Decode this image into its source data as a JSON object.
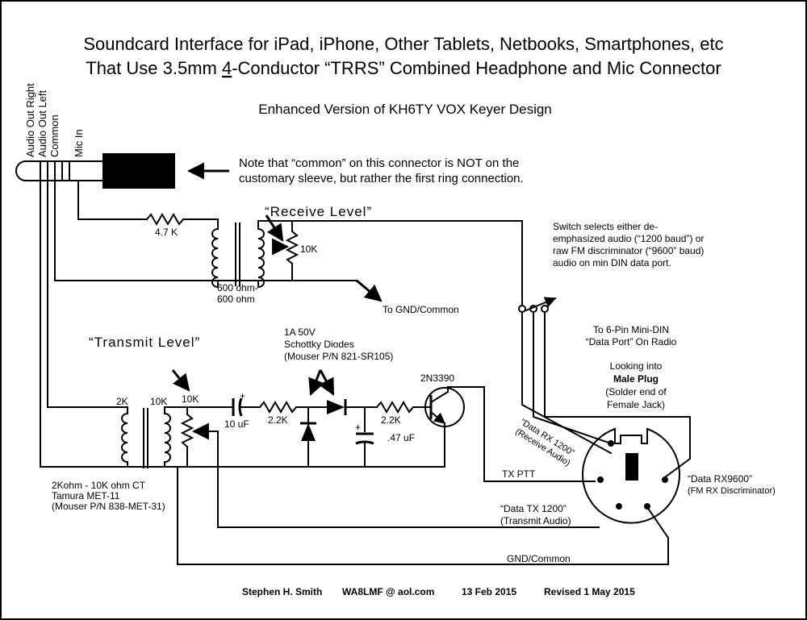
{
  "title": {
    "line1": "Soundcard Interface for iPad, iPhone, Other Tablets, Netbooks, Smartphones, etc",
    "line2_pre": "That Use 3.5mm ",
    "line2_num": "4",
    "line2_post": "-Conductor “TRRS” Combined Headphone and Mic Connector"
  },
  "subtitle": "Enhanced Version of KH6TY VOX Keyer Design",
  "connector": {
    "labels": [
      "Audio Out Right",
      "Audio Out Left",
      "Common",
      "Mic In"
    ],
    "note_line1": "Note that “common” on this connector is NOT on the",
    "note_line2": "customary sleeve, but rather the first ring connection."
  },
  "receive": {
    "title": "“Receive Level”",
    "resistor": "4.7 K",
    "pot": "10K",
    "transformer_line1": "600 ohm-",
    "transformer_line2": "600 ohm",
    "gnd": "To GND/Common"
  },
  "switch_note": [
    "Switch selects either de-",
    "emphasized audio (“1200 baud”) or",
    "raw FM discriminator (“9600” baud)",
    "audio on min DIN data port."
  ],
  "din": {
    "header_line1": "To 6-Pin Mini-DIN",
    "header_line2": "“Data Port” On Radio",
    "looking_line1": "Looking into",
    "looking_line2": "Male Plug",
    "looking_line3": "(Solder end of",
    "looking_line4": "Female Jack)",
    "rx1200_line1": "“Data RX 1200”",
    "rx1200_line2": "(Receive Audio)",
    "rx9600_line1": "“Data RX9600”",
    "rx9600_line2": "(FM RX Discriminator)",
    "txptt": "TX PTT",
    "tx1200_line1": "“Data TX 1200”",
    "tx1200_line2": "(Transmit Audio)",
    "gnd": "GND/Common"
  },
  "transmit": {
    "title": "“Transmit Level”",
    "t_primary": "2K",
    "t_secondary": "10K",
    "pot": "10K",
    "cap1": "10 uF",
    "plus": "+",
    "r1": "2.2K",
    "diodes_line1": "1A 50V",
    "diodes_line2": "Schottky Diodes",
    "diodes_line3": "(Mouser P/N 821-SR105)",
    "r2": "2.2K",
    "cap2": ".47  uF",
    "transistor": "2N3390",
    "tx_line1": "2Kohm - 10K ohm CT",
    "tx_line2": "Tamura MET-11",
    "tx_line3": "(Mouser P/N 838-MET-31)"
  },
  "footer": {
    "author": "Stephen H. Smith",
    "call": "WA8LMF @ aol.com",
    "date": "13 Feb 2015",
    "revised": "Revised  1 May 2015"
  }
}
